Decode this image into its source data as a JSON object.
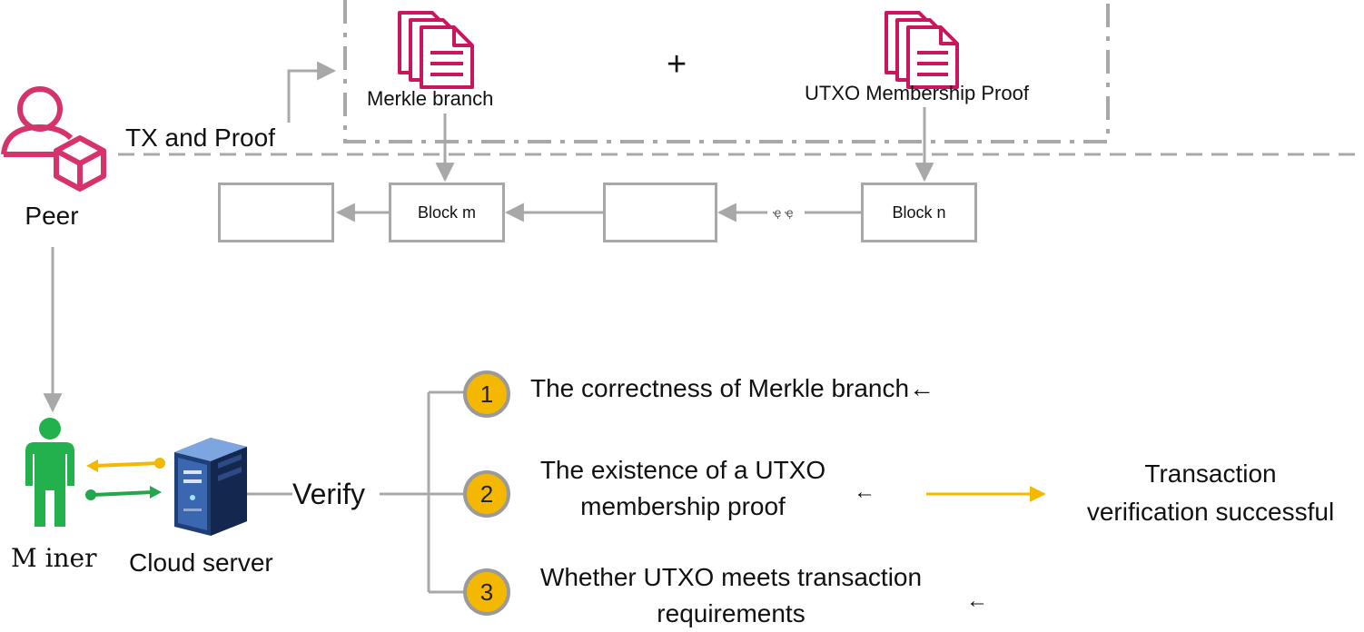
{
  "proof_box": {
    "merkle_label": "Merkle branch",
    "plus": "+",
    "utxo_label": "UTXO Membership Proof"
  },
  "peer": {
    "label": "Peer",
    "tx_label": "TX and Proof"
  },
  "chain": {
    "block_m": "Block m",
    "block_n": "Block n",
    "ellipsis": "ҿ ҿ"
  },
  "miner": {
    "label": "M iner"
  },
  "server": {
    "label": "Cloud server"
  },
  "verify": {
    "label": "Verify"
  },
  "checks": [
    {
      "num": "1",
      "text": "The correctness of Merkle branch←"
    },
    {
      "num": "2",
      "line1": "The existence of a UTXO",
      "line2": "membership proof",
      "arrow": "←"
    },
    {
      "num": "3",
      "line1": "Whether UTXO meets transaction",
      "line2": "requirements",
      "arrow": "←"
    }
  ],
  "result": {
    "line1": "Transaction",
    "line2": "verification successful"
  },
  "colors": {
    "peer_icon": "#d6336c",
    "doc_icon": "#c8175d",
    "miner": "#22b14c",
    "arrow_yellow": "#f5b800",
    "arrow_green": "#22a84a",
    "line_gray": "#a8a8a8",
    "badge": "#f5b800"
  }
}
